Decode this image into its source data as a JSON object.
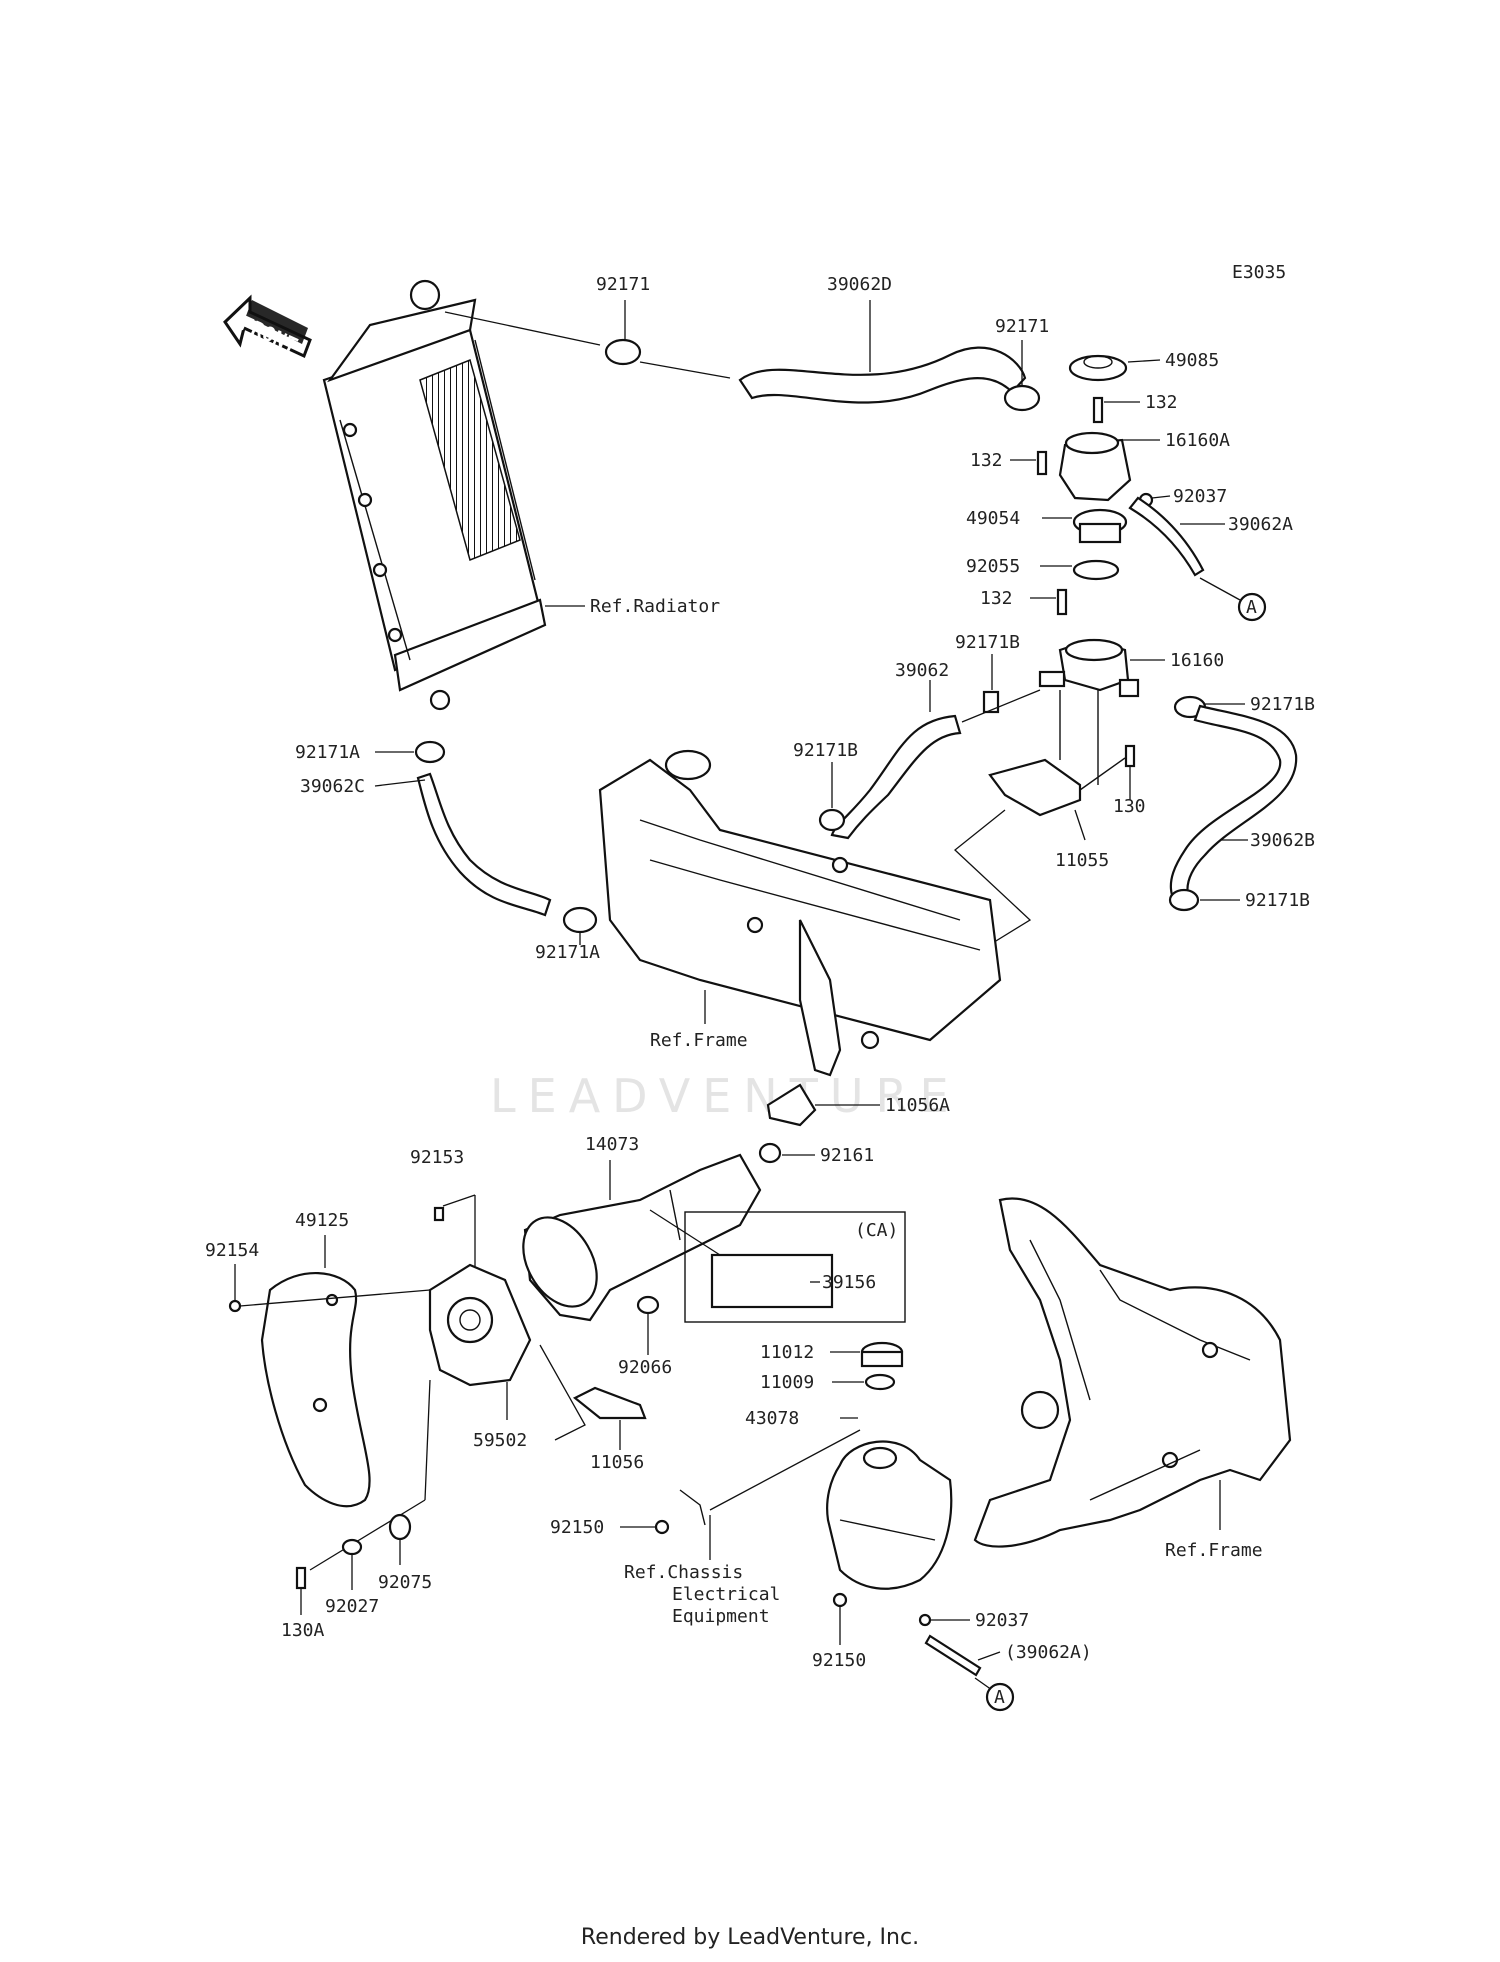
{
  "diagram_code": "E3035",
  "front_label": "FRONT",
  "watermark": "LEADVENTURE",
  "footer": "Rendered by LeadVenture, Inc.",
  "ca_label": "(CA)",
  "callout_a": "A",
  "refs": {
    "radiator": "Ref.Radiator",
    "frame_upper": "Ref.Frame",
    "frame_lower": "Ref.Frame",
    "chassis_line1": "Ref.Chassis",
    "chassis_line2": "Electrical",
    "chassis_line3": "Equipment"
  },
  "parts": [
    {
      "id": "92171_top",
      "label": "92171"
    },
    {
      "id": "39062D",
      "label": "39062D"
    },
    {
      "id": "92171_right",
      "label": "92171"
    },
    {
      "id": "49085",
      "label": "49085"
    },
    {
      "id": "132_a",
      "label": "132"
    },
    {
      "id": "16160A",
      "label": "16160A"
    },
    {
      "id": "132_b",
      "label": "132"
    },
    {
      "id": "92037_top",
      "label": "92037"
    },
    {
      "id": "49054",
      "label": "49054"
    },
    {
      "id": "39062A",
      "label": "39062A"
    },
    {
      "id": "92055",
      "label": "92055"
    },
    {
      "id": "132_c",
      "label": "132"
    },
    {
      "id": "92171B_a",
      "label": "92171B"
    },
    {
      "id": "16160",
      "label": "16160"
    },
    {
      "id": "39062",
      "label": "39062"
    },
    {
      "id": "92171B_b",
      "label": "92171B"
    },
    {
      "id": "92171B_c",
      "label": "92171B"
    },
    {
      "id": "130",
      "label": "130"
    },
    {
      "id": "39062B",
      "label": "39062B"
    },
    {
      "id": "11055",
      "label": "11055"
    },
    {
      "id": "92171B_d",
      "label": "92171B"
    },
    {
      "id": "92171A_a",
      "label": "92171A"
    },
    {
      "id": "39062C",
      "label": "39062C"
    },
    {
      "id": "92171A_b",
      "label": "92171A"
    },
    {
      "id": "11056A",
      "label": "11056A"
    },
    {
      "id": "92161",
      "label": "92161"
    },
    {
      "id": "14073",
      "label": "14073"
    },
    {
      "id": "92153",
      "label": "92153"
    },
    {
      "id": "49125",
      "label": "49125"
    },
    {
      "id": "92154",
      "label": "92154"
    },
    {
      "id": "39156",
      "label": "39156"
    },
    {
      "id": "92066",
      "label": "92066"
    },
    {
      "id": "11012",
      "label": "11012"
    },
    {
      "id": "11009",
      "label": "11009"
    },
    {
      "id": "43078",
      "label": "43078"
    },
    {
      "id": "59502",
      "label": "59502"
    },
    {
      "id": "11056",
      "label": "11056"
    },
    {
      "id": "92150_a",
      "label": "92150"
    },
    {
      "id": "92075",
      "label": "92075"
    },
    {
      "id": "92027",
      "label": "92027"
    },
    {
      "id": "130A",
      "label": "130A"
    },
    {
      "id": "92037_bottom",
      "label": "92037"
    },
    {
      "id": "39062A_ref",
      "label": "(39062A)"
    },
    {
      "id": "92150_b",
      "label": "92150"
    }
  ]
}
